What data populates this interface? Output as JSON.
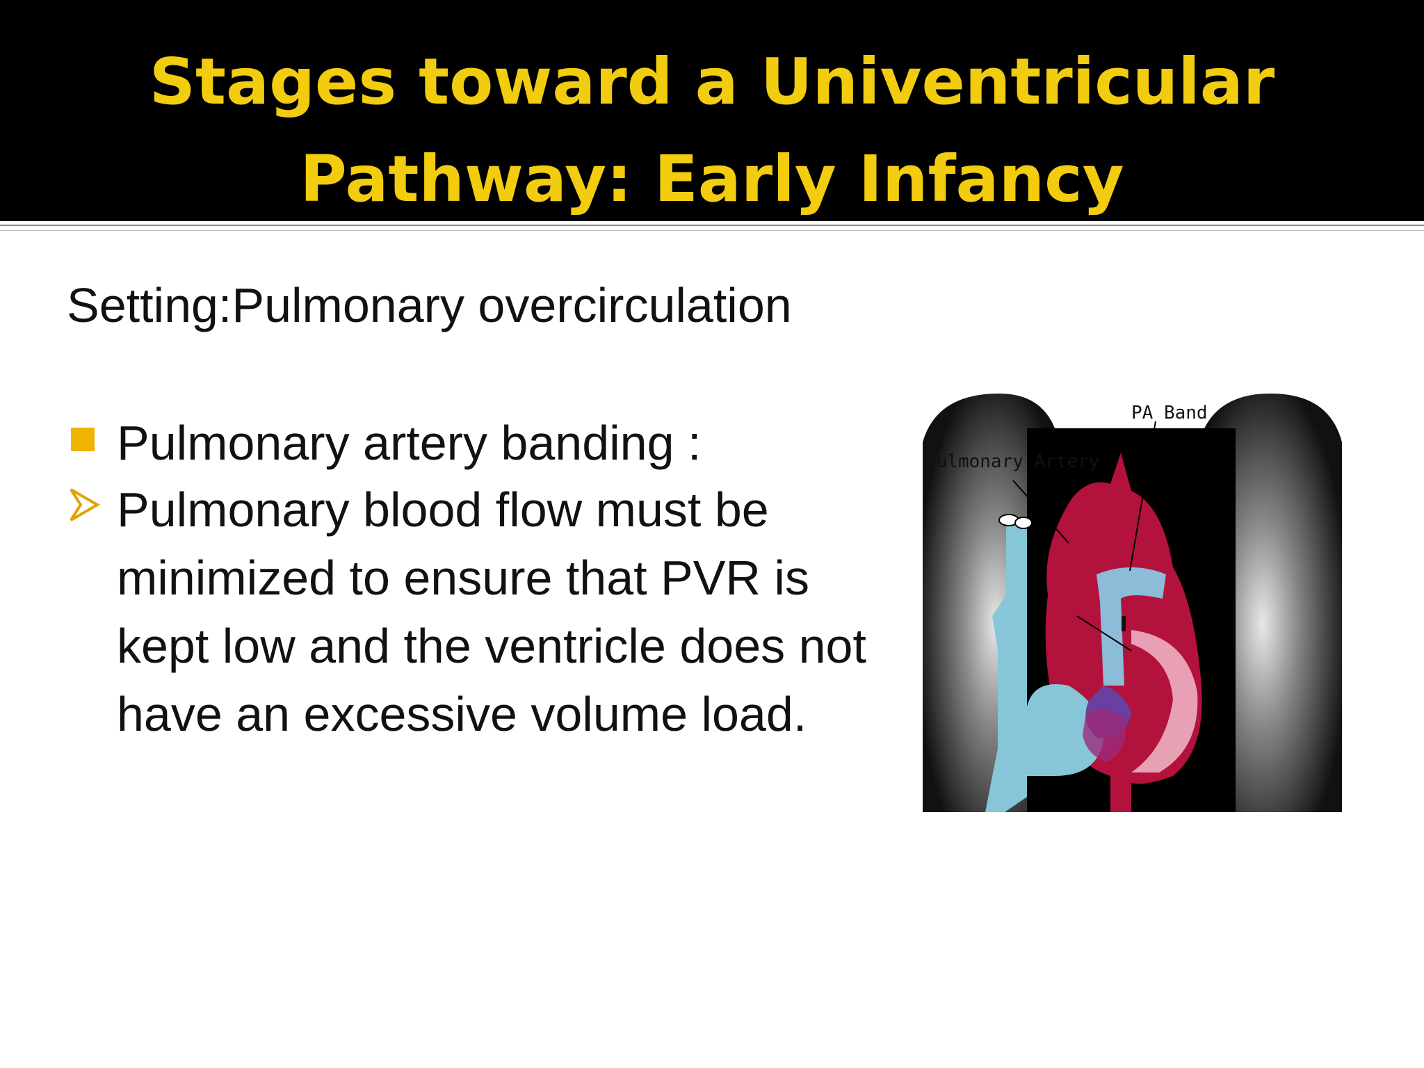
{
  "slide": {
    "title_line1": "Stages toward a Univentricular",
    "title_line2": "Pathway: Early Infancy",
    "setting": "Setting:Pulmonary overcirculation",
    "bullets": [
      {
        "marker": "square",
        "text": "Pulmonary artery banding :"
      },
      {
        "marker": "arrow",
        "text": "Pulmonary blood flow must be minimized to ensure that PVR is kept low and the ventricle does not have an excessive volume load."
      }
    ],
    "colors": {
      "title": "#f2cc0f",
      "title_bar": "#000000",
      "bullet_marker": "#f0b400"
    }
  },
  "diagram": {
    "label_band": "PA Band",
    "label_artery": "Pulmonary Artery"
  }
}
